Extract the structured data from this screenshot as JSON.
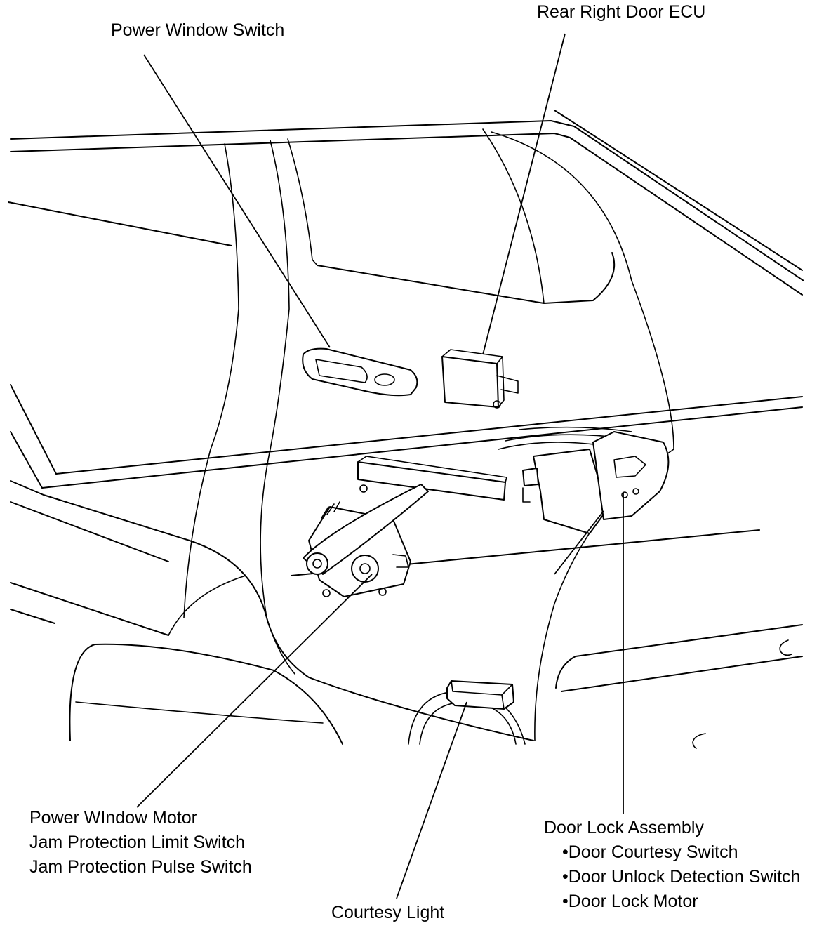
{
  "labels": {
    "power_window_switch": "Power Window Switch",
    "rear_right_door_ecu": "Rear Right Door ECU",
    "motor_group": [
      "Power WIndow Motor",
      "Jam Protection Limit Switch",
      "Jam Protection Pulse Switch"
    ],
    "door_lock_group": [
      "Door Lock Assembly",
      "•Door Courtesy Switch",
      "•Door Unlock Detection Switch",
      "•Door Lock Motor"
    ],
    "courtesy_light": "Courtesy Light"
  },
  "colors": {
    "line": "#000000",
    "background": "#ffffff"
  }
}
